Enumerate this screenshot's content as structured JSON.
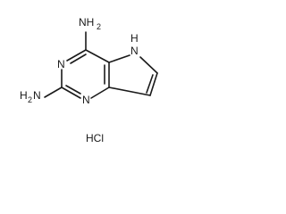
{
  "molecule": {
    "labels": {
      "nh2_top": "NH",
      "nh2_top_sub": "2",
      "nh2_left": "H",
      "nh2_left_sub": "2",
      "nh2_left_n": "N",
      "n_left": "N",
      "n_bottom": "N",
      "nh_right": "H",
      "n_right": "N",
      "hcl": "HCl"
    }
  }
}
